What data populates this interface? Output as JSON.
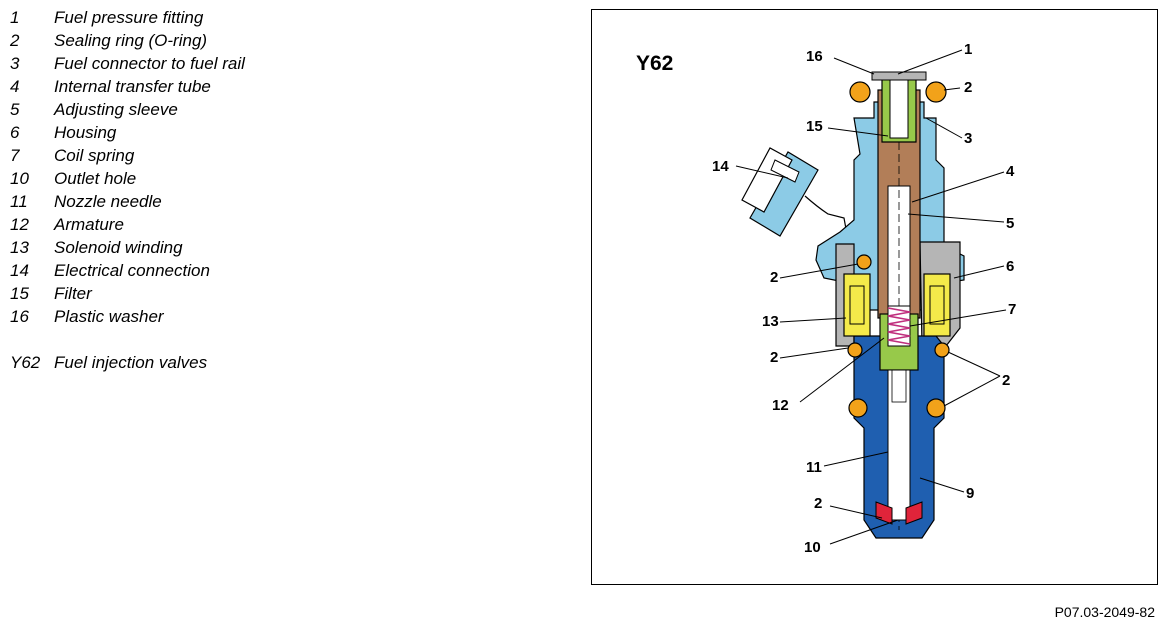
{
  "legend": [
    {
      "num": "1",
      "label": "Fuel pressure fitting"
    },
    {
      "num": "2",
      "label": "Sealing ring (O-ring)"
    },
    {
      "num": "3",
      "label": "Fuel connector to fuel rail"
    },
    {
      "num": "4",
      "label": "Internal transfer tube"
    },
    {
      "num": "5",
      "label": "Adjusting sleeve"
    },
    {
      "num": "6",
      "label": "Housing"
    },
    {
      "num": "7",
      "label": "Coil spring"
    },
    {
      "num": "10",
      "label": "Outlet hole"
    },
    {
      "num": "11",
      "label": "Nozzle needle"
    },
    {
      "num": "12",
      "label": "Armature"
    },
    {
      "num": "13",
      "label": "Solenoid winding"
    },
    {
      "num": "14",
      "label": "Electrical connection"
    },
    {
      "num": "15",
      "label": "Filter"
    },
    {
      "num": "16",
      "label": "Plastic washer"
    }
  ],
  "legend_footer": {
    "num": "Y62",
    "label": "Fuel injection valves"
  },
  "figure": {
    "title": "Y62",
    "callouts": {
      "c1": "1",
      "c2a": "2",
      "c3": "3",
      "c4": "4",
      "c5": "5",
      "c6": "6",
      "c7": "7",
      "c9": "9",
      "c10": "10",
      "c11": "11",
      "c12": "12",
      "c13": "13",
      "c14": "14",
      "c15": "15",
      "c16": "16",
      "c2b": "2",
      "c2c": "2",
      "c2d": "2",
      "c2e": "2"
    }
  },
  "reference": "P07.03-2049-82",
  "colors": {
    "housing_light_blue": "#8ccbe6",
    "nozzle_dark_blue": "#1f5fb0",
    "tube_brown": "#b27e58",
    "filter_green": "#97c94a",
    "solenoid_yellow": "#f4ea4a",
    "oring_orange": "#f2a21a",
    "seal_red": "#e0243a",
    "spring_magenta": "#c0307e",
    "metal_gray": "#b5b5b5"
  }
}
